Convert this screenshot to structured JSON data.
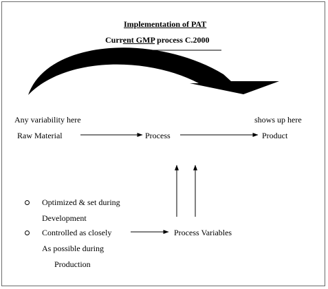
{
  "header": {
    "title": "Implementation of PAT",
    "subtitle_pre": "Curr",
    "subtitle_mid": "ent GMP",
    "subtitle_post": " process C.2000"
  },
  "flow": {
    "variability_note": "Any variability here",
    "shows_note": "shows up here",
    "raw_material": "Raw Material",
    "process": "Process",
    "product": "Product"
  },
  "bullets": {
    "item1_line1": "Optimized & set during",
    "item1_line2": "Development",
    "item2_line1": "Controlled as closely",
    "item2_line2": "As possible during",
    "item2_line3": "Production"
  },
  "variables_label": "Process Variables",
  "colors": {
    "ink": "#000000",
    "frame": "#6a6a6a",
    "background": "#ffffff"
  }
}
